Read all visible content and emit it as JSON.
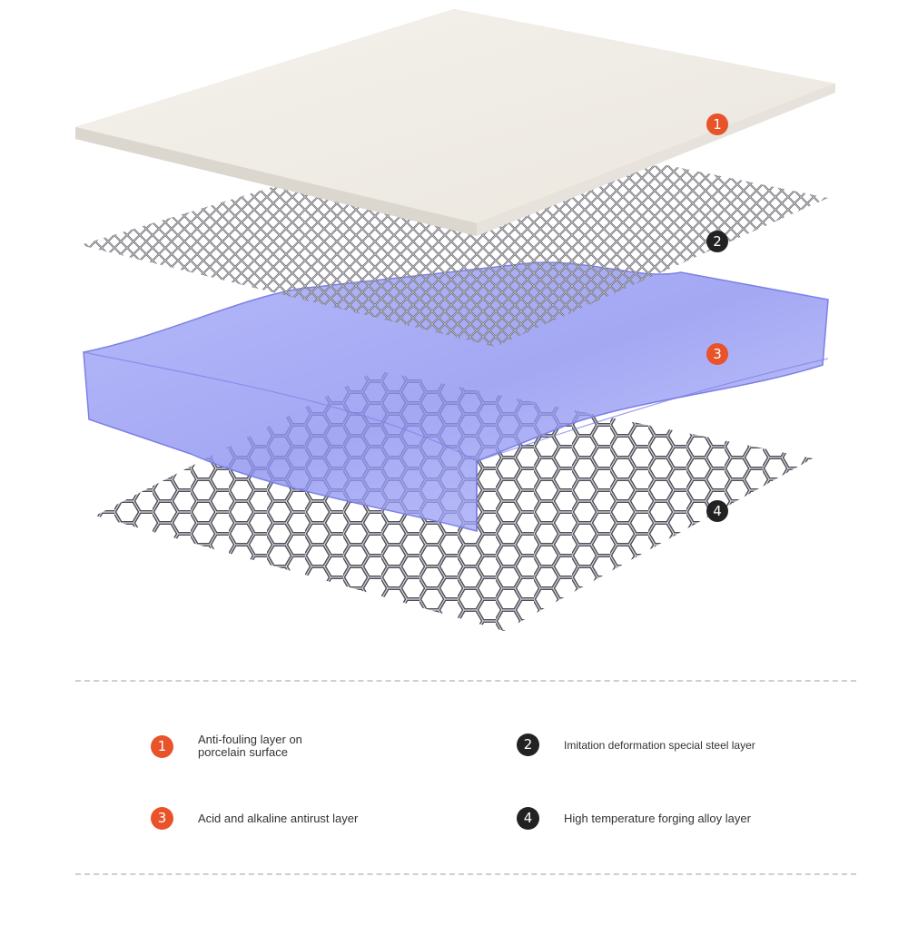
{
  "colors": {
    "accent_orange": "#e8532a",
    "accent_dark": "#222222",
    "porcelain": "#f2efe9",
    "steel": "#6e6e75",
    "antirust": "#8d92f0",
    "alloy": "#5a5a62"
  },
  "callouts": [
    {
      "number": "1",
      "color": "#e8532a"
    },
    {
      "number": "2",
      "color": "#222222"
    },
    {
      "number": "3",
      "color": "#e8532a"
    },
    {
      "number": "4",
      "color": "#222222"
    }
  ],
  "legend": [
    {
      "number": "1",
      "label": "Anti-fouling layer on\nporcelain surface"
    },
    {
      "number": "2",
      "label": "Imitation deformation special steel layer"
    },
    {
      "number": "3",
      "label": "Acid and alkaline antirust layer"
    },
    {
      "number": "4",
      "label": "High temperature forging alloy layer"
    }
  ]
}
